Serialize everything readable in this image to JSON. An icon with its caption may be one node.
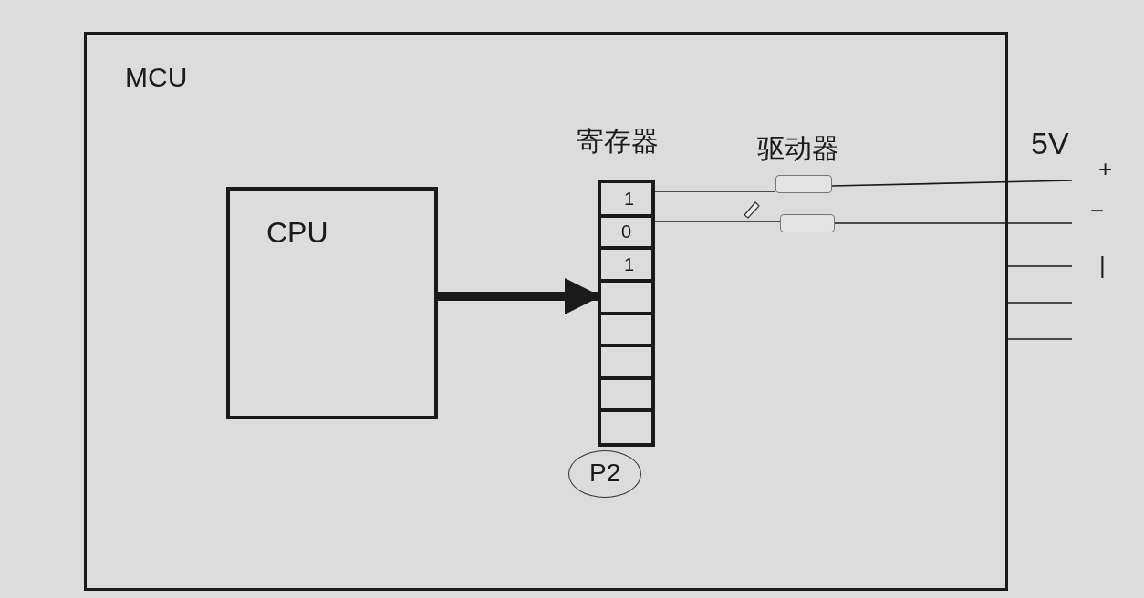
{
  "diagram": {
    "nodes": [
      {
        "text": [
          "MCU"
        ]
      },
      {
        "text": [
          "CPU"
        ],
        "in": 0
      },
      {
        "text": [
          "寄存器"
        ],
        "in": 0,
        "beside": [
          "P2"
        ]
      },
      {
        "text": [
          "驱动器"
        ],
        "in": 0
      },
      {
        "text": [],
        "shape": "box",
        "in": 0
      }
    ],
    "edges": [
      {
        "from": 1,
        "to": 2,
        "arrow": "to",
        "style": "thick"
      },
      {
        "from": 2,
        "to": 3,
        "arrow": "none"
      },
      {
        "from": 3,
        "to": null,
        "arrow": "none"
      },
      {
        "from": 2,
        "to": 4,
        "arrow": "none"
      },
      {
        "from": 4,
        "to": null,
        "arrow": "none"
      },
      {
        "from": 0,
        "to": null,
        "arrow": "none"
      },
      {
        "from": 0,
        "to": null,
        "arrow": "none"
      },
      {
        "from": 0,
        "to": null,
        "arrow": "none"
      }
    ],
    "labels": [
      "1",
      "0",
      "1",
      "5V",
      "+",
      "−",
      "|"
    ]
  }
}
